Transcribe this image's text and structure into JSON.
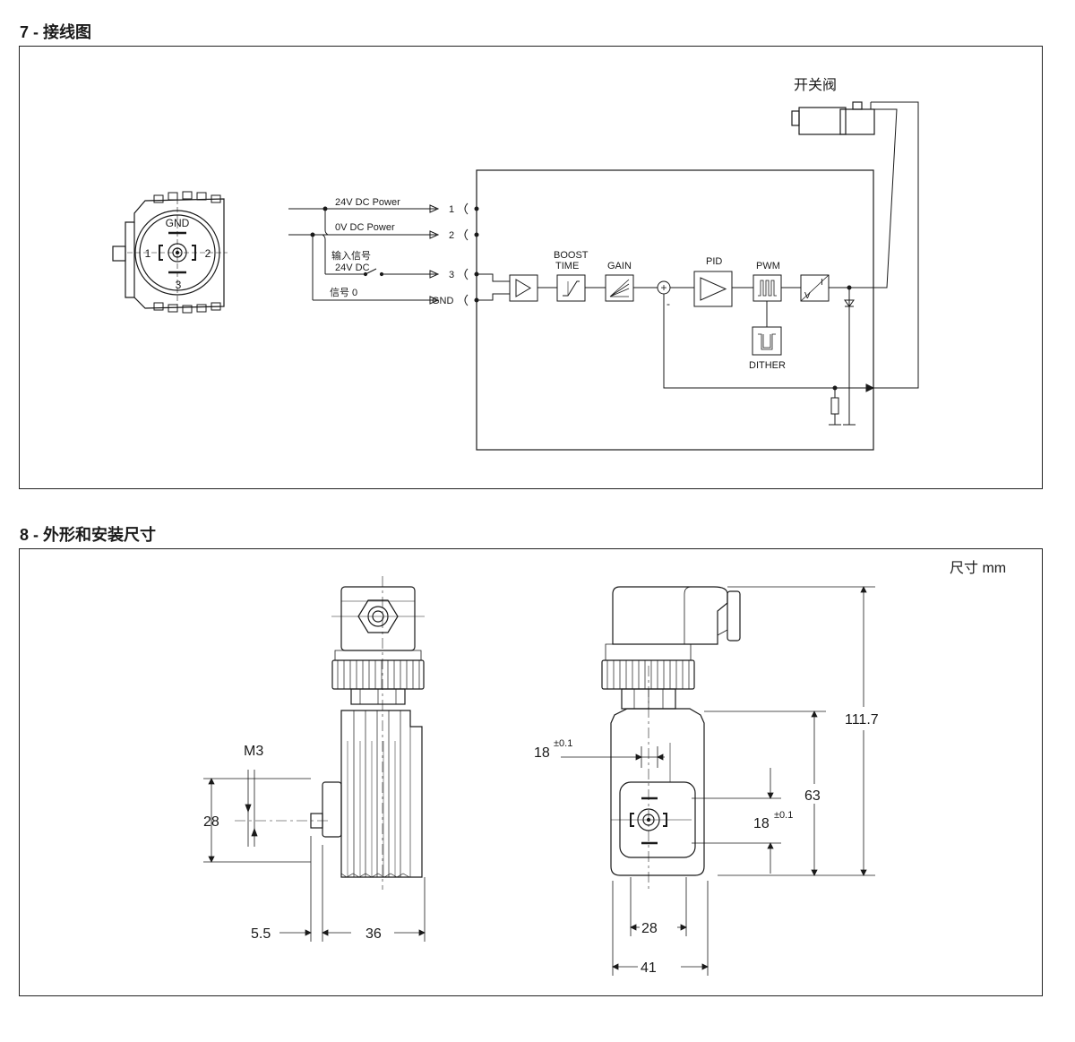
{
  "sections": {
    "wiring": {
      "number": "7",
      "separator": "-",
      "title": "接线图"
    },
    "dimensions": {
      "number": "8",
      "separator": "-",
      "title": "外形和安装尺寸"
    }
  },
  "wiring_diagram": {
    "connector": {
      "gnd": "GND",
      "pin1": "1",
      "pin2": "2",
      "pin3": "3"
    },
    "valve_label": "开关阀",
    "lines": {
      "power24": "24V DC Power",
      "power0": "0V DC Power",
      "input_signal": "输入信号",
      "input_24v": "24V DC",
      "signal0": "信号 0"
    },
    "terminals": {
      "t1": "1",
      "t2": "2",
      "t3": "3",
      "tgnd": "GND"
    },
    "blocks": {
      "boost_line1": "BOOST",
      "boost_line2": "TIME",
      "gain": "GAIN",
      "pid": "PID",
      "pwm": "PWM",
      "dither": "DITHER",
      "sum_plus": "+",
      "sum_minus": "-",
      "conv_v": "V",
      "conv_i": "I"
    }
  },
  "dimension_drawing": {
    "unit_label": "尺寸  mm",
    "thread": "M3",
    "dims": {
      "side_height": "28",
      "side_offset": "5.5",
      "side_width": "36",
      "front_top": "18",
      "front_top_tol": "±0.1",
      "front_side": "18",
      "front_side_tol": "±0.1",
      "front_body": "63",
      "front_total": "111.7",
      "front_inner": "28",
      "front_width": "41"
    }
  }
}
